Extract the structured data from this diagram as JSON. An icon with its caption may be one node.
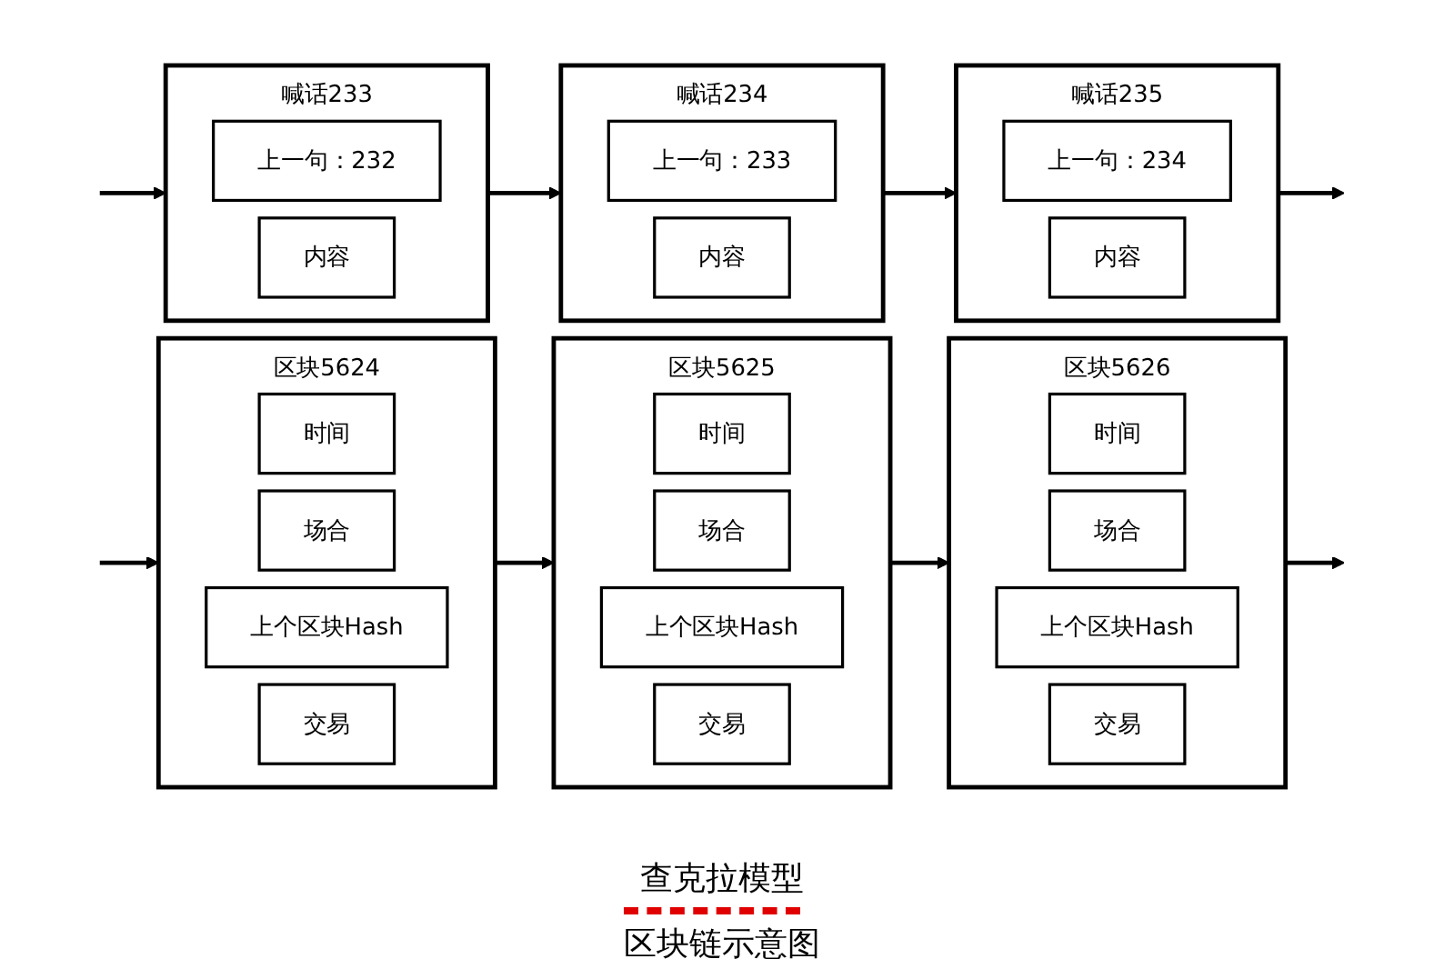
{
  "diagram": {
    "nodes": [
      {
        "text": [
          "喊话233"
        ]
      },
      {
        "text": [
          "上一句：232"
        ],
        "in": 0
      },
      {
        "text": [
          "内容"
        ],
        "in": 0
      },
      {
        "text": [
          "喊话234"
        ]
      },
      {
        "text": [
          "上一句：233"
        ],
        "in": 3
      },
      {
        "text": [
          "内容"
        ],
        "in": 3
      },
      {
        "text": [
          "喊话235"
        ]
      },
      {
        "text": [
          "上一句：234"
        ],
        "in": 6
      },
      {
        "text": [
          "内容"
        ],
        "in": 6
      },
      {
        "text": [
          "区块5624"
        ]
      },
      {
        "text": [
          "时间"
        ],
        "in": 9
      },
      {
        "text": [
          "场合"
        ],
        "in": 9
      },
      {
        "text": [
          "上个区块Hash"
        ],
        "in": 9
      },
      {
        "text": [
          "交易"
        ],
        "in": 9
      },
      {
        "text": [
          "区块5625"
        ]
      },
      {
        "text": [
          "时间"
        ],
        "in": 14
      },
      {
        "text": [
          "场合"
        ],
        "in": 14
      },
      {
        "text": [
          "上个区块Hash"
        ],
        "in": 14
      },
      {
        "text": [
          "交易"
        ],
        "in": 14
      },
      {
        "text": [
          "区块5626"
        ]
      },
      {
        "text": [
          "时间"
        ],
        "in": 19
      },
      {
        "text": [
          "场合"
        ],
        "in": 19
      },
      {
        "text": [
          "上个区块Hash"
        ],
        "in": 19
      },
      {
        "text": [
          "交易"
        ],
        "in": 19
      }
    ],
    "edges": [
      {
        "from": null,
        "to": 0,
        "arrow": "to"
      },
      {
        "from": 0,
        "to": 3,
        "arrow": "to"
      },
      {
        "from": 3,
        "to": 6,
        "arrow": "to"
      },
      {
        "from": 6,
        "to": null,
        "arrow": "to"
      },
      {
        "from": null,
        "to": 9,
        "arrow": "to"
      },
      {
        "from": 9,
        "to": 14,
        "arrow": "to"
      },
      {
        "from": 14,
        "to": 19,
        "arrow": "to"
      },
      {
        "from": 19,
        "to": null,
        "arrow": "to"
      }
    ],
    "labels": [
      "查克拉模型",
      "区块链示意图"
    ]
  }
}
